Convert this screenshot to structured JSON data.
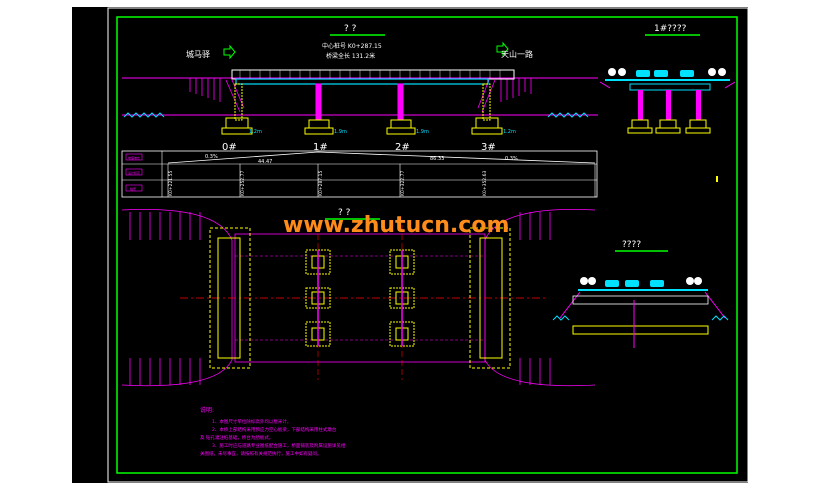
{
  "drawing": {
    "elevation_title": "? ?",
    "center_station": "中心桩号 K0+287.15",
    "bridge_length": "桥梁全长 131.2米",
    "left_place": "城马驿",
    "right_place": "天山一路",
    "pier_labels": [
      "0#",
      "1#",
      "2#",
      "3#"
    ],
    "depth_labels": [
      "1.2m",
      "1.9m",
      "1.9m",
      "1.2m"
    ],
    "section_title_1": "1#????",
    "section_title_2": "????",
    "plan_title": "? ?",
    "watermark": "www.zhutucn.com",
    "profile_row_labels": [
      "坡度坡长",
      "设计标高",
      "桩号"
    ],
    "profile_slopes": [
      "0.3%",
      "0.3%"
    ],
    "profile_lengths": [
      "44.47",
      "86.33"
    ],
    "profile_stations": [
      "K0+221.55",
      "K0+252.77",
      "K0+287.15",
      "K0+322.77",
      "K0+352.63"
    ],
    "notes_title": "说明:",
    "notes": [
      "1、本图尺寸单位除标高外均以厘米计。",
      "2、本桥上部结构采用预应力空心板梁，下部结构采用柱式墩台",
      "及  钻孔灌注桩基础，桥台为肋板式。",
      "3、施工时应与道路专业图纸配合施工，桥面铺装及附属设施详见相",
      "关图纸，未尽事宜，请按照有关规范执行，施工中如有疑问。"
    ]
  }
}
